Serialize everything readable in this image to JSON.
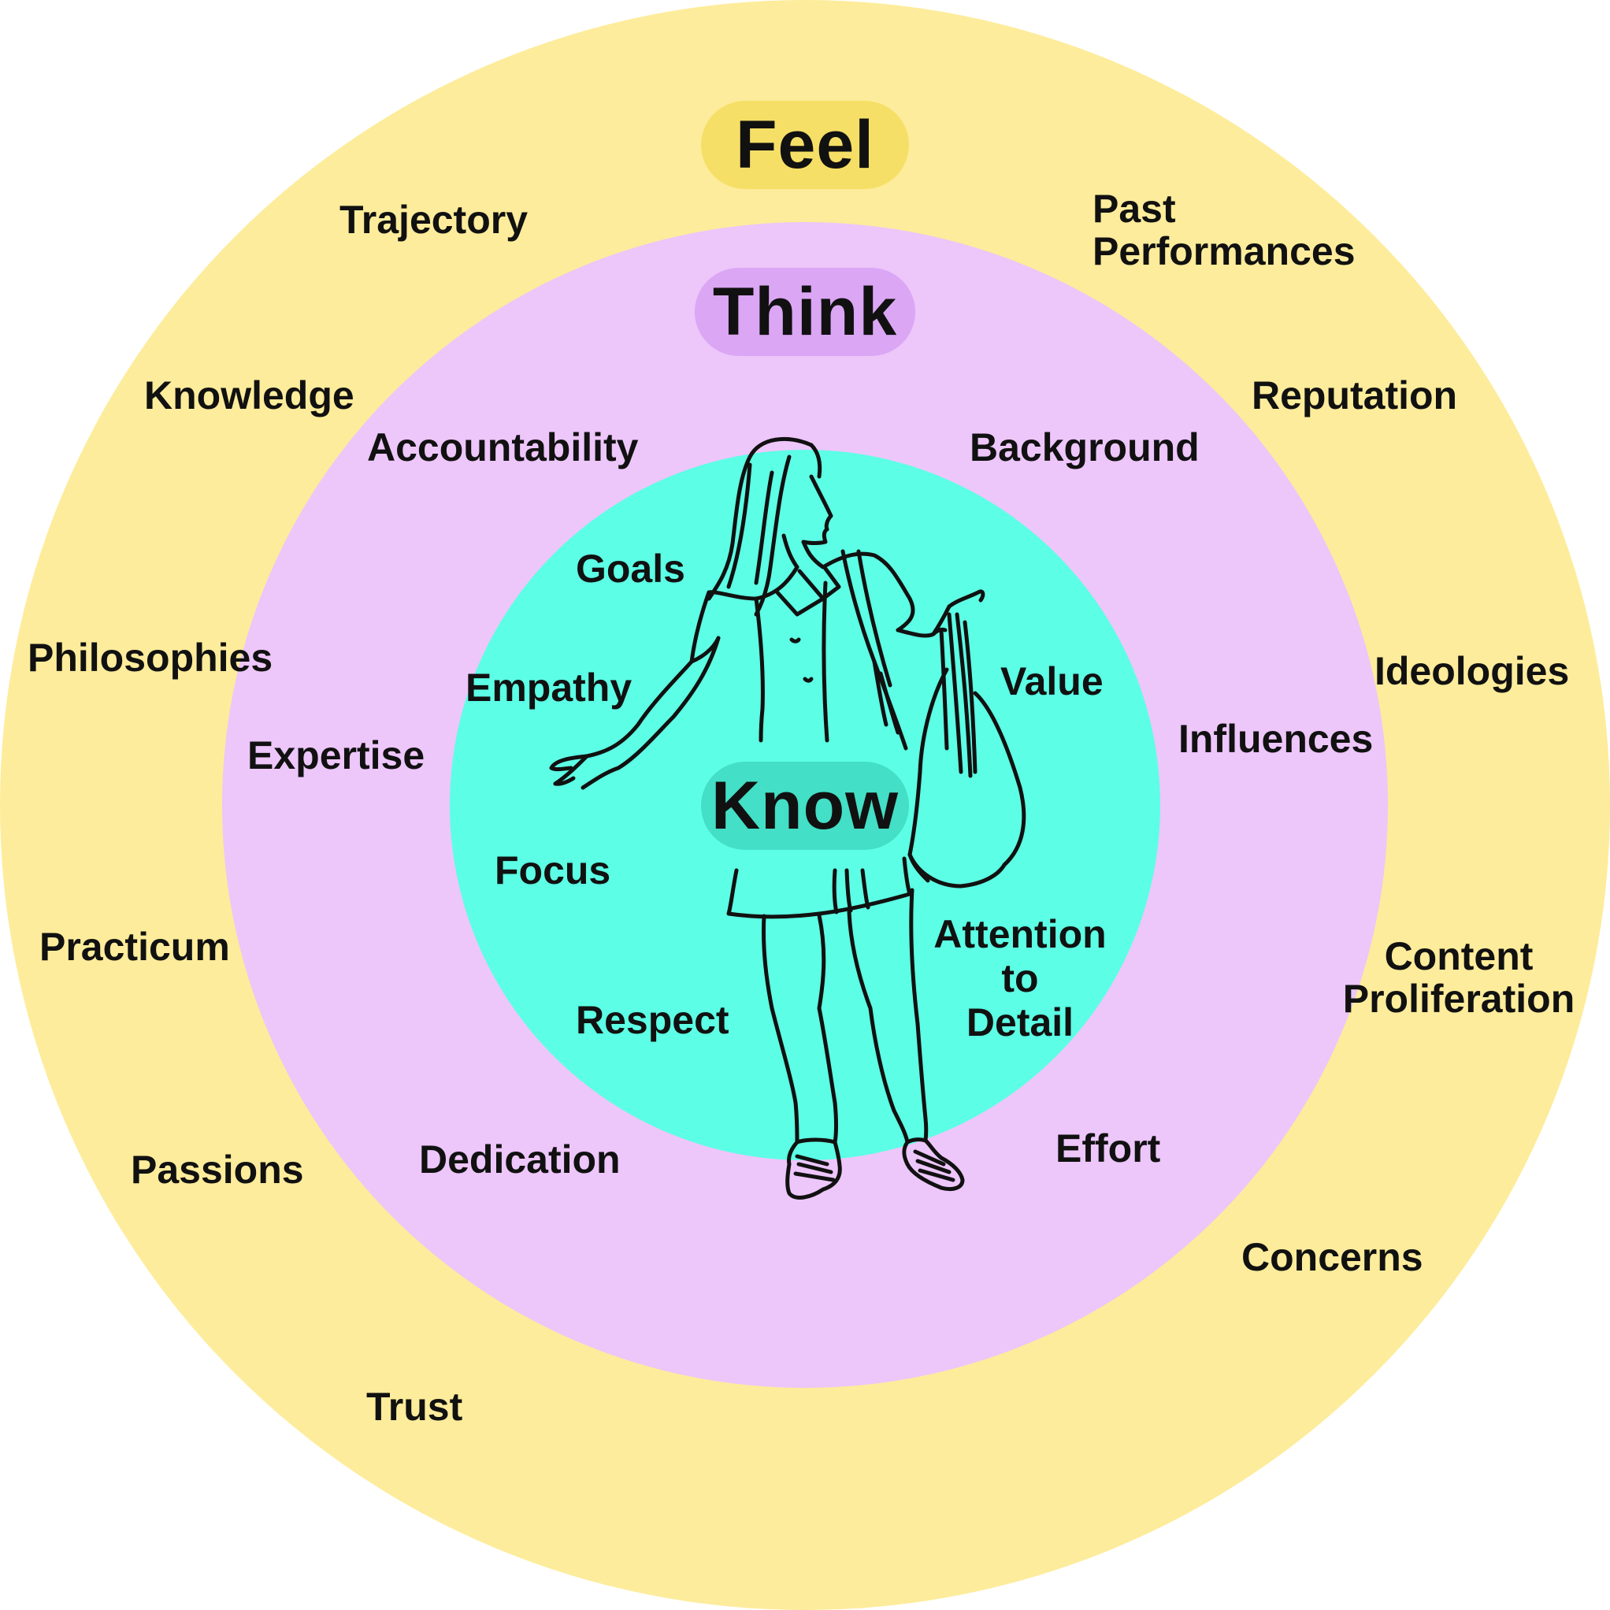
{
  "colors": {
    "feel_ring": "#FDEC9B",
    "think_ring": "#EDC6FA",
    "know_ring": "#5CFFE5",
    "feel_pill": "#F6DF66",
    "think_pill": "#DBA6F4",
    "know_pill": "#43DFC6",
    "line": "#111111"
  },
  "rings": {
    "feel": "Feel",
    "think": "Think",
    "know": "Know"
  },
  "feel_items": {
    "trajectory": "Trajectory",
    "past_performances": [
      "Past",
      "Performances"
    ],
    "knowledge": "Knowledge",
    "reputation": "Reputation",
    "philosophies": "Philosophies",
    "ideologies": "Ideologies",
    "practicum": "Practicum",
    "content_proliferation": [
      "Content",
      "Proliferation"
    ],
    "passions": "Passions",
    "concerns": "Concerns",
    "trust": "Trust"
  },
  "think_items": {
    "accountability": "Accountability",
    "background": "Background",
    "expertise": "Expertise",
    "influences": "Influences",
    "dedication": "Dedication",
    "effort": "Effort"
  },
  "know_items": {
    "goals": "Goals",
    "empathy": "Empathy",
    "value": "Value",
    "focus": "Focus",
    "attention_to_detail": [
      "Attention",
      "to",
      "Detail"
    ],
    "respect": "Respect"
  },
  "illustration": "woman-with-bag-illustration"
}
